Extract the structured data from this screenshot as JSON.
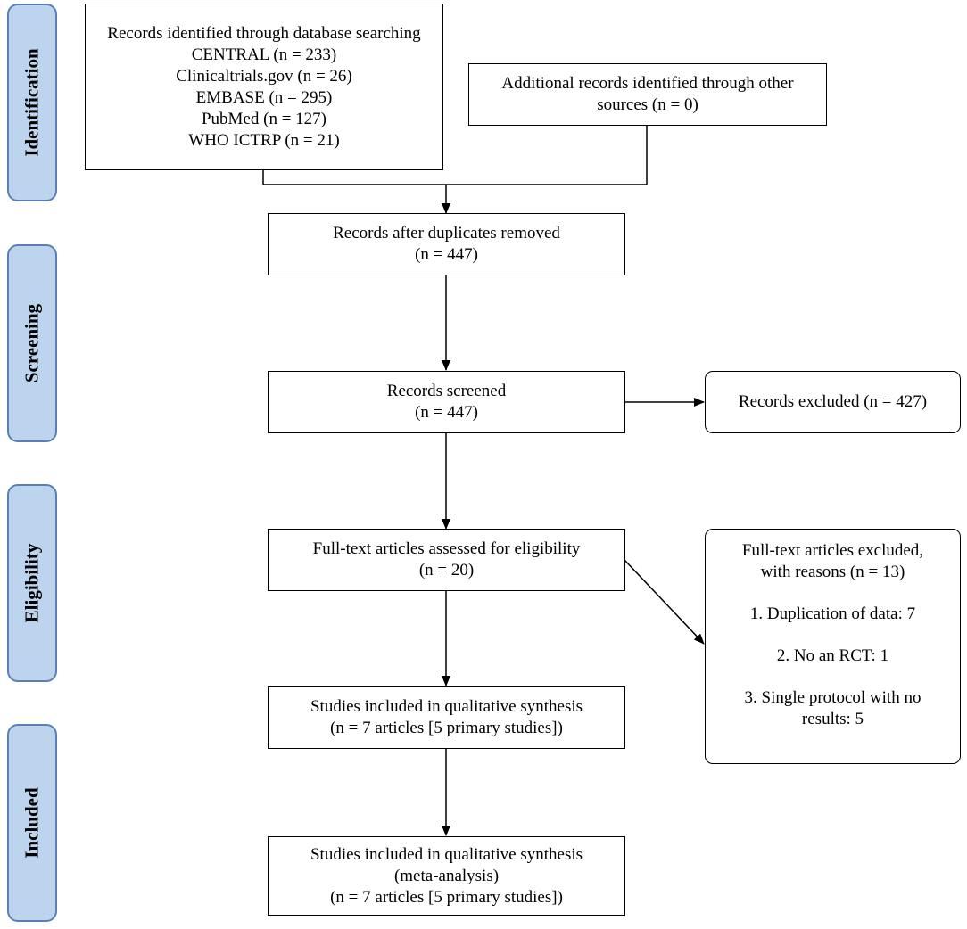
{
  "phases": {
    "identification": "Identification",
    "screening": "Screening",
    "eligibility": "Eligibility",
    "included": "Included"
  },
  "db_search": {
    "title": "Records identified through database searching",
    "sources": [
      "CENTRAL (n = 233)",
      "Clinicaltrials.gov (n = 26)",
      "EMBASE (n = 295)",
      "PubMed (n = 127)",
      "WHO ICTRP (n = 21)"
    ]
  },
  "other_sources": {
    "line1": "Additional records identified through other",
    "line2": "sources (n = 0)"
  },
  "dup_removed": {
    "line1": "Records after duplicates removed",
    "line2": "(n = 447)"
  },
  "screened": {
    "line1": "Records screened",
    "line2": "(n = 447)"
  },
  "excluded": {
    "text": "Records excluded (n = 427)"
  },
  "fulltext": {
    "line1": "Full-text articles assessed for eligibility",
    "line2": "(n = 20)"
  },
  "fulltext_excluded": {
    "line1": "Full-text articles excluded,",
    "line2": "with reasons (n = 13)",
    "reason1": "1. Duplication of data: 7",
    "reason2": "2. No an RCT: 1",
    "reason3a": "3. Single protocol with no",
    "reason3b": "results: 5"
  },
  "qualitative": {
    "line1": "Studies included in qualitative synthesis",
    "line2": "(n = 7 articles [5 primary studies])"
  },
  "quantitative": {
    "line1": "Studies included in qualitative synthesis",
    "line2": "(meta-analysis)",
    "line3": "(n = 7 articles [5 primary studies])"
  }
}
